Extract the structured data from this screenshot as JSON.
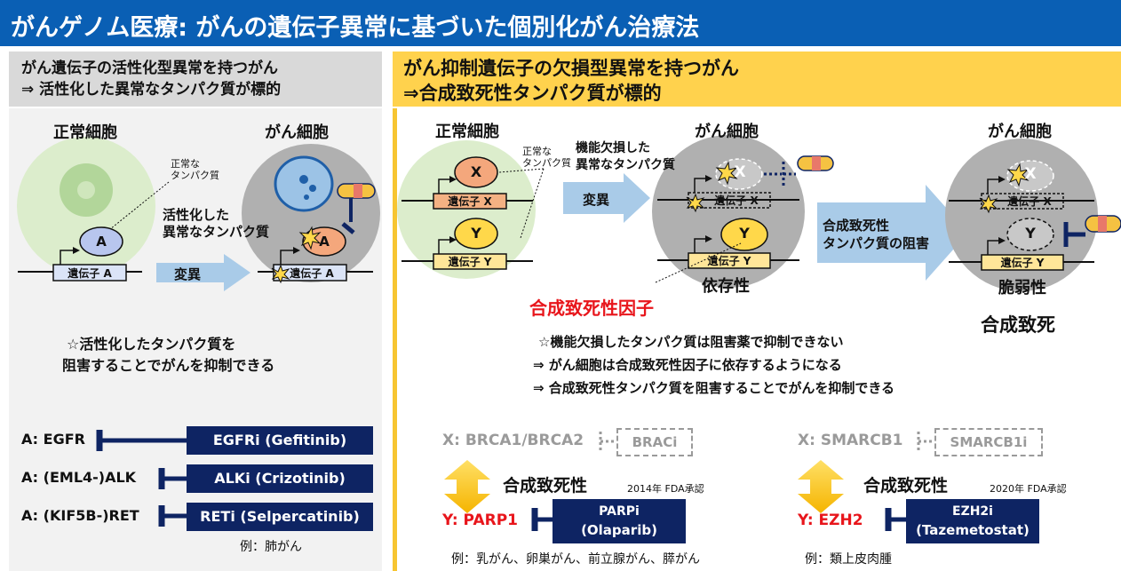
{
  "title": "がんゲノム医療: がんの遺伝子異常に基づいた個別化がん治療法",
  "left": {
    "heading_line1": "がん遺伝子の活性化型異常を持つがん",
    "heading_line2": "⇒ 活性化した異常なタンパク質が標的",
    "normal_cell": "正常細胞",
    "cancer_cell": "がん細胞",
    "normal_protein_note": "正常な\nタンパク質",
    "activated_protein": "活性化した\n異常なタンパク質",
    "protein_a": "A",
    "gene_a": "遺伝子 A",
    "mutation": "変異",
    "statement_line1": "☆活性化したタンパク質を",
    "statement_line2": "阻害することでがんを抑制できる",
    "examples": [
      {
        "target": "A: EGFR",
        "drug": "EGFRi (Gefitinib)"
      },
      {
        "target": "A: (EML4-)ALK",
        "drug": "ALKi (Crizotinib)"
      },
      {
        "target": "A: (KIF5B-)RET",
        "drug": "RETi (Selpercatinib)"
      }
    ],
    "example_note": "例：肺がん"
  },
  "right": {
    "heading_line1": "がん抑制遺伝子の欠損型異常を持つがん",
    "heading_line2": "⇒合成致死性タンパク質が標的",
    "normal_cell": "正常細胞",
    "cancer_cell_1": "がん細胞",
    "cancer_cell_2": "がん細胞",
    "normal_protein_note": "正常な\nタンパク質",
    "defective_protein": "機能欠損した\n異常なタンパク質",
    "protein_x": "X",
    "protein_y": "Y",
    "gene_x": "遺伝子 X",
    "gene_y": "遺伝子 Y",
    "mutation": "変異",
    "inhibition_label": "合成致死性\nタンパク質の阻害",
    "dependency": "依存性",
    "vulnerability": "脆弱性",
    "sl_factor": "合成致死性因子",
    "synthetic_lethality": "合成致死",
    "statement_line1": "☆機能欠損したタンパク質は阻害薬で抑制できない",
    "statement_line2": "⇒ がん細胞は合成致死性因子に依存するようになる",
    "statement_line3": "⇒  合成致死性タンパク質を阻害することでがんを抑制できる",
    "example1": {
      "x": "X: BRCA1/BRCA2",
      "x_drug": "BRACi",
      "sl": "合成致死性",
      "approval": "2014年 FDA承認",
      "y": "Y: PARP1",
      "drug_line1": "PARPi",
      "drug_line2": "(Olaparib)",
      "note": "例：乳がん、卵巣がん、前立腺がん、膵がん"
    },
    "example2": {
      "x": "X: SMARCB1",
      "x_drug": "SMARCB1i",
      "sl": "合成致死性",
      "approval": "2020年 FDA承認",
      "y": "Y: EZH2",
      "drug_line1": "EZH2i",
      "drug_line2": "(Tazemetostat)",
      "note": "例：類上皮肉腫"
    }
  },
  "colors": {
    "title_bg": "#0a5fb4",
    "left_head_bg": "#d9d9d9",
    "right_head_bg": "#ffd24d",
    "drug_box": "#0e2463",
    "red_text": "#e8151b",
    "protein_x": "#f4a77c",
    "protein_y": "#ffd84a",
    "protein_a": "#b8c6ee",
    "normal_cell": "#dcedcc",
    "cancer_cell": "#b0b0b0",
    "arrow": "#a9cbe8"
  }
}
